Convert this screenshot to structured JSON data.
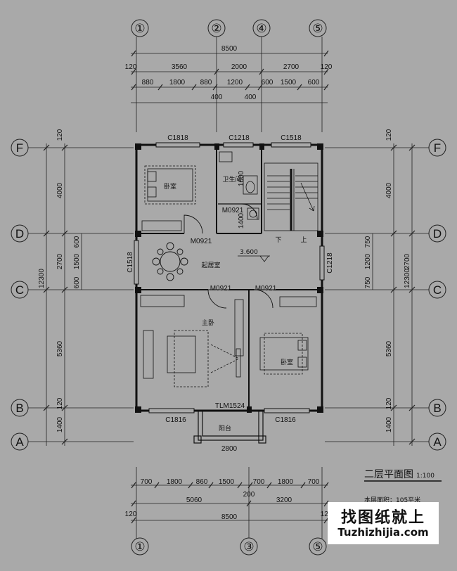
{
  "axes": {
    "top": [
      "①",
      "②",
      "④",
      "⑤"
    ],
    "bottom": [
      "①",
      "③",
      "⑤"
    ],
    "left": [
      "F",
      "D",
      "C",
      "B",
      "A"
    ],
    "right": [
      "F",
      "D",
      "C",
      "B",
      "A"
    ]
  },
  "dims": {
    "top_total": "8500",
    "top_edge_left": "120",
    "top_edge_right": "120",
    "top_row1": [
      "3560",
      "2000",
      "2700"
    ],
    "top_row2": [
      "880",
      "1800",
      "880",
      "1200",
      "600",
      "1500",
      "600"
    ],
    "top_row3": [
      "400",
      "400"
    ],
    "bottom_row1": [
      "700",
      "1800",
      "860",
      "1500",
      "700",
      "1800",
      "700"
    ],
    "bottom_mid": "200",
    "bottom_row2": [
      "5060",
      "3200"
    ],
    "bottom_total": "8500",
    "bottom_edge_left": "120",
    "bottom_edge_right": "120",
    "left_total": "12300",
    "left_row": [
      "120",
      "4000",
      "2700",
      "5360",
      "120",
      "1400"
    ],
    "left_inner": [
      "600",
      "1500",
      "600"
    ],
    "right_total": "12300",
    "right_row": [
      "120",
      "4000",
      "2700",
      "5360",
      "120",
      "1400"
    ],
    "right_inner": [
      "750",
      "1200",
      "750"
    ],
    "balcony_width": "2800",
    "wc_inner": [
      "1600",
      "1400"
    ]
  },
  "labels": {
    "windows": [
      "C1818",
      "C1218",
      "C1518",
      "C1518",
      "C1218",
      "C1816",
      "C1816"
    ],
    "doors": [
      "M0921",
      "M0921",
      "M0921",
      "M0921",
      "TLM1524"
    ],
    "rooms": {
      "bedroom_nw": "卧室",
      "bathroom": "卫生间",
      "living": "起居室",
      "master": "主卧",
      "bedroom_se": "卧室",
      "balcony": "阳台"
    },
    "elevation": "3.600",
    "stair_down": "下",
    "stair_up": "上"
  },
  "title": {
    "text": "二层平面图",
    "scale": "1:100"
  },
  "area_note": "本层面积：105平米",
  "watermark": {
    "cn": "找图纸就上",
    "en": "Tuzhizhijia.com"
  }
}
